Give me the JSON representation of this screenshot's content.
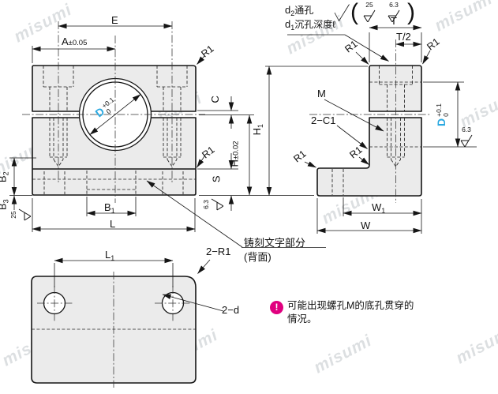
{
  "colors": {
    "accent_blue": "#2ba9e1",
    "note_magenta": "#e0007f",
    "part_fill": "#ebebeb",
    "line": "#151515"
  },
  "watermark": {
    "text": "misumi"
  },
  "t": {
    "E": "E",
    "A_main": "A",
    "A_tol": "±0.05",
    "R1": "R1",
    "C": "C",
    "H_main": "H",
    "H_tol": "±0.02",
    "S": "S",
    "L": "L",
    "W_main": "W",
    "T": "T",
    "T_half": "T/2",
    "B_main": "B",
    "sub1": "1",
    "sub2": "2",
    "sub3": "3",
    "D_main": "D",
    "D_plus": "+0.1",
    "D_zero": "0",
    "M": "M",
    "C1x2": "2−C1",
    "R1x2": "2−R1",
    "dx2": "2−d",
    "d_main": "d",
    "d2_rest": "通孔",
    "d1_rest": "沉孔深度ℓ",
    "r25": "25",
    "r63": "6.3",
    "paren_open": "(",
    "paren_close": ")"
  },
  "notes": {
    "cast_text": "铸刻文字部分",
    "cast_back": "(背面)",
    "warn_icon": "!",
    "warn_line1": "可能出现螺孔M的底孔贯穿的",
    "warn_line2": "情况。"
  }
}
